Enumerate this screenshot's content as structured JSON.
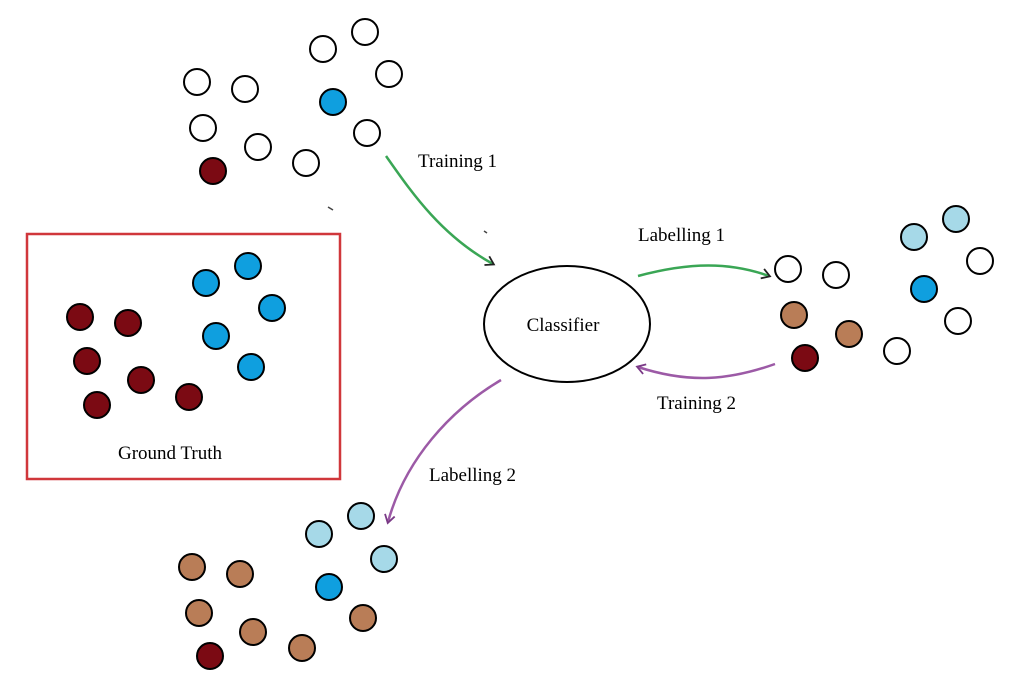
{
  "labels": {
    "classifier": "Classifier",
    "ground_truth": "Ground Truth",
    "training_1": "Training 1",
    "labelling_1": "Labelling 1",
    "training_2": "Training 2",
    "labelling_2": "Labelling 2"
  },
  "colors": {
    "unlabeled": "#ffffff",
    "class_a_true": "#7b0a13",
    "class_b_true": "#0f9fdf",
    "class_a_pseudo": "#b97d57",
    "class_b_pseudo": "#a6d9e8",
    "ground_truth_border": "#d0373b",
    "arrow_training_1": "#3aa655",
    "arrow_labelling_1": "#3aa655",
    "arrow_training_2": "#9c5aa6",
    "arrow_labelling_2": "#9c5aa6"
  },
  "diagram": {
    "nodes": [
      {
        "id": "initial-dataset",
        "kind": "point-cluster"
      },
      {
        "id": "ground-truth",
        "kind": "labeled-box",
        "label_key": "ground_truth"
      },
      {
        "id": "classifier",
        "kind": "ellipse",
        "label_key": "classifier"
      },
      {
        "id": "labelled-set-1",
        "kind": "point-cluster"
      },
      {
        "id": "labelled-set-2",
        "kind": "point-cluster"
      }
    ],
    "edges": [
      {
        "from": "initial-dataset",
        "to": "classifier",
        "label_key": "training_1"
      },
      {
        "from": "classifier",
        "to": "labelled-set-1",
        "label_key": "labelling_1"
      },
      {
        "from": "labelled-set-1",
        "to": "classifier",
        "label_key": "training_2"
      },
      {
        "from": "classifier",
        "to": "labelled-set-2",
        "label_key": "labelling_2"
      }
    ]
  }
}
